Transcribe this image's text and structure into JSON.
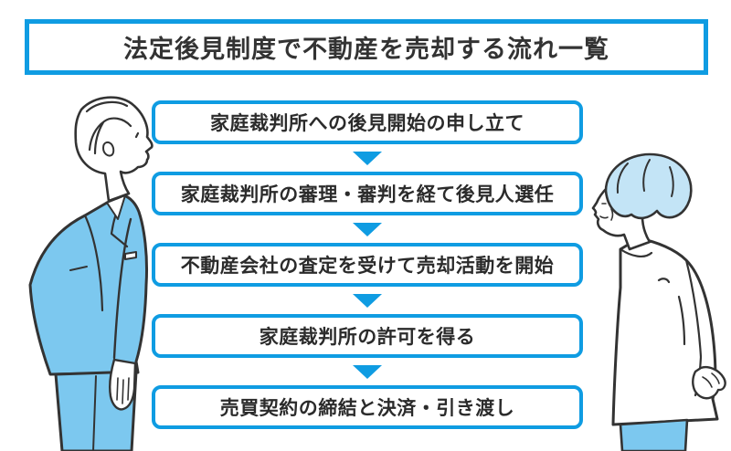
{
  "title": {
    "text": "法定後見制度で不動産を売却する流れ一覧"
  },
  "flow": {
    "steps": [
      {
        "label": "家庭裁判所への後見開始の申し立て"
      },
      {
        "label": "家庭裁判所の審理・審判を経て後見人選任"
      },
      {
        "label": "不動産会社の査定を受けて売却活動を開始"
      },
      {
        "label": "家庭裁判所の許可を得る"
      },
      {
        "label": "売買契約の締結と決済・引き渡し"
      }
    ],
    "arrow_icon": "triangle-down"
  },
  "illustrations": {
    "left": "businessman-in-blue-suit-profile-facing-right",
    "right": "elderly-person-in-white-cardigan-profile-facing-left"
  },
  "colors": {
    "accent_blue": "#0f9ce2",
    "suit_blue": "#7cc8ef",
    "hair_pale_blue": "#c3e4f6",
    "outline_dark": "#333333",
    "text_dark": "#2b2b2b",
    "background": "#ffffff"
  }
}
